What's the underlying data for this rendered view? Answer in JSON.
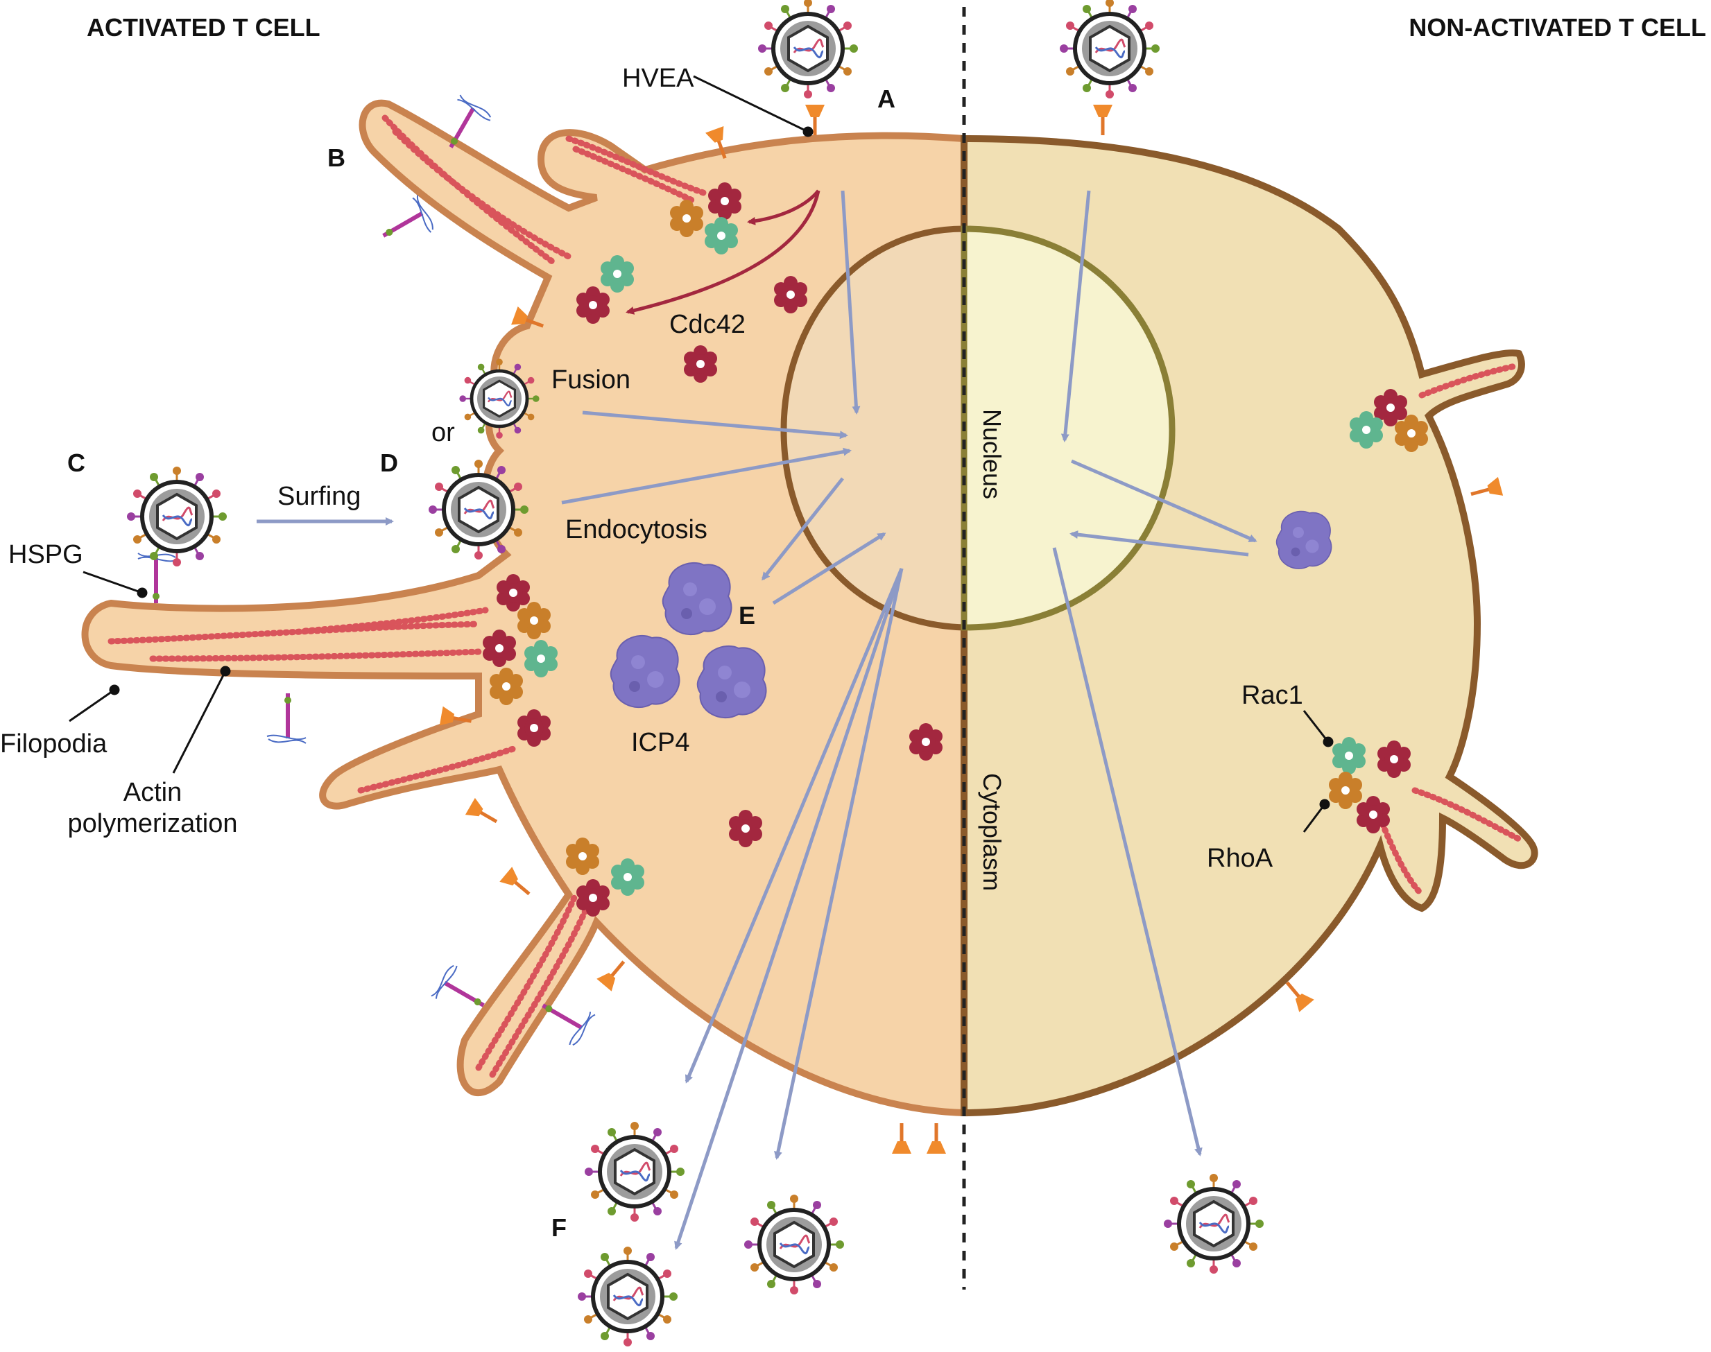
{
  "headers": {
    "left": "ACTIVATED T CELL",
    "right": "NON-ACTIVATED T CELL"
  },
  "step_letters": {
    "a": "A",
    "b": "B",
    "c": "C",
    "d": "D",
    "e": "E",
    "f": "F"
  },
  "labels": {
    "hvea": "HVEA",
    "cdc42": "Cdc42",
    "fusion": "Fusion",
    "or": "or",
    "surfing": "Surfing",
    "endocytosis": "Endocytosis",
    "hspg": "HSPG",
    "icp4": "ICP4",
    "filopodia": "Filopodia",
    "actin_line1": "Actin",
    "actin_line2": "polymerization",
    "nucleus": "Nucleus",
    "cytoplasm": "Cytoplasm",
    "rac1": "Rac1",
    "rhoa": "RhoA"
  },
  "colors": {
    "activated_cytoplasm": "#f6d3a8",
    "activated_membrane": "#c9834f",
    "nonactivated_cytoplasm": "#f1e0b4",
    "nonactivated_membrane": "#8a5a2b",
    "nucleus_fill": "#f7f3cf",
    "actin": "#d9545b",
    "cdc42": "#a3273f",
    "rac1": "#5fb58f",
    "rhoa": "#c97f2a",
    "icp4": "#7f74c4",
    "hvea_receptor": "#f08a2c",
    "hspg": "#b0359a",
    "arrow": "#8d9ac6",
    "signal_arrow": "#a3273f"
  }
}
